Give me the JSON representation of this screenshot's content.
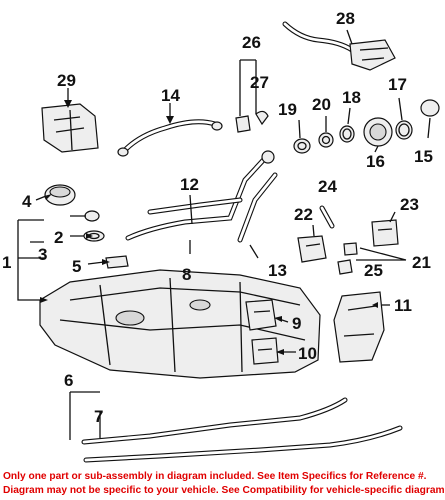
{
  "diagram": {
    "callouts": {
      "n1": "1",
      "n2": "2",
      "n3": "3",
      "n4": "4",
      "n5": "5",
      "n6": "6",
      "n7": "7",
      "n8": "8",
      "n9": "9",
      "n10": "10",
      "n11": "11",
      "n12": "12",
      "n13": "13",
      "n14": "14",
      "n15": "15",
      "n16": "16",
      "n17": "17",
      "n18": "18",
      "n19": "19",
      "n20": "20",
      "n21": "21",
      "n22": "22",
      "n23": "23",
      "n24": "24",
      "n25": "25",
      "n26": "26",
      "n27": "27",
      "n28": "28",
      "n29": "29"
    }
  },
  "disclaimer": {
    "line1": "Only one part or sub-assembly in diagram included. See Item Specifics for Reference #.",
    "line2": "Diagram may not be specific to your vehicle. See Compatibility for vehicle-specific diagram."
  },
  "colors": {
    "disclaimer_text": "#e00000",
    "ink": "#111111"
  }
}
